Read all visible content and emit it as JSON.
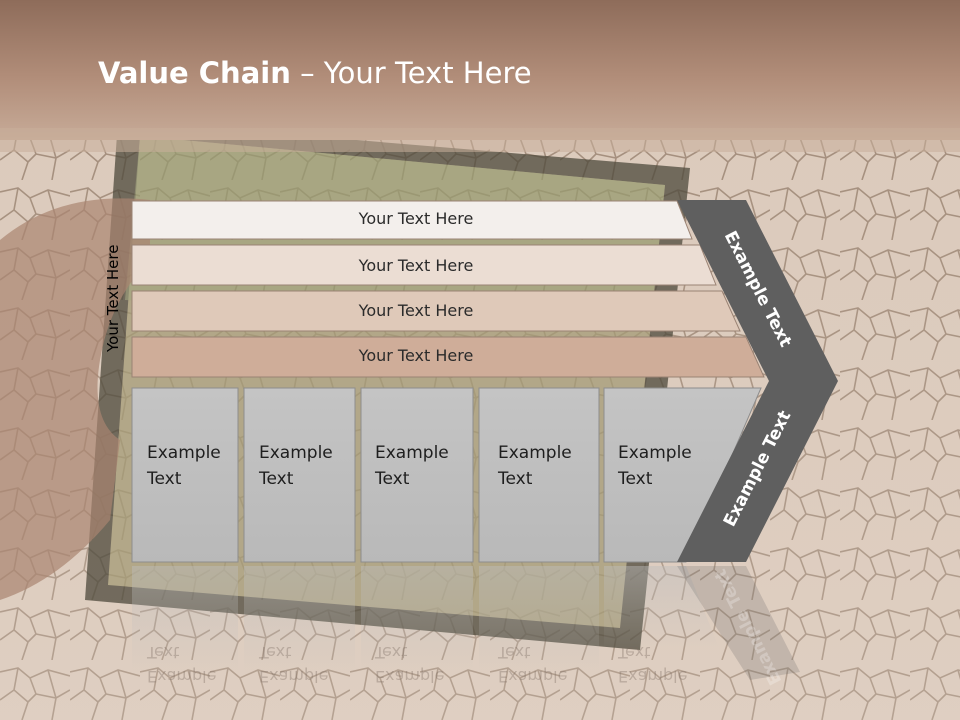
{
  "slide": {
    "title_bold": "Value Chain",
    "title_rest": " – Your Text Here",
    "side_label": "Your Text Here"
  },
  "bars": [
    {
      "label": "Your Text Here",
      "color": "#f3efec"
    },
    {
      "label": "Your Text Here",
      "color": "#ebddd3"
    },
    {
      "label": "Your Text Here",
      "color": "#dfc9b9"
    },
    {
      "label": "Your Text Here",
      "color": "#cfad99"
    }
  ],
  "boxes": [
    {
      "line1": "Example",
      "line2": "Text"
    },
    {
      "line1": "Example",
      "line2": "Text"
    },
    {
      "line1": "Example",
      "line2": "Text"
    },
    {
      "line1": "Example",
      "line2": "Text"
    },
    {
      "line1": "Example",
      "line2": "Text"
    }
  ],
  "chevron": {
    "top_label": "Example Text",
    "bottom_label": "Example Text",
    "color": "#5f5f5f"
  },
  "colors": {
    "header_band": "#a98876",
    "box_fill": "#bdbdbd",
    "title_text": "#ffffff"
  }
}
